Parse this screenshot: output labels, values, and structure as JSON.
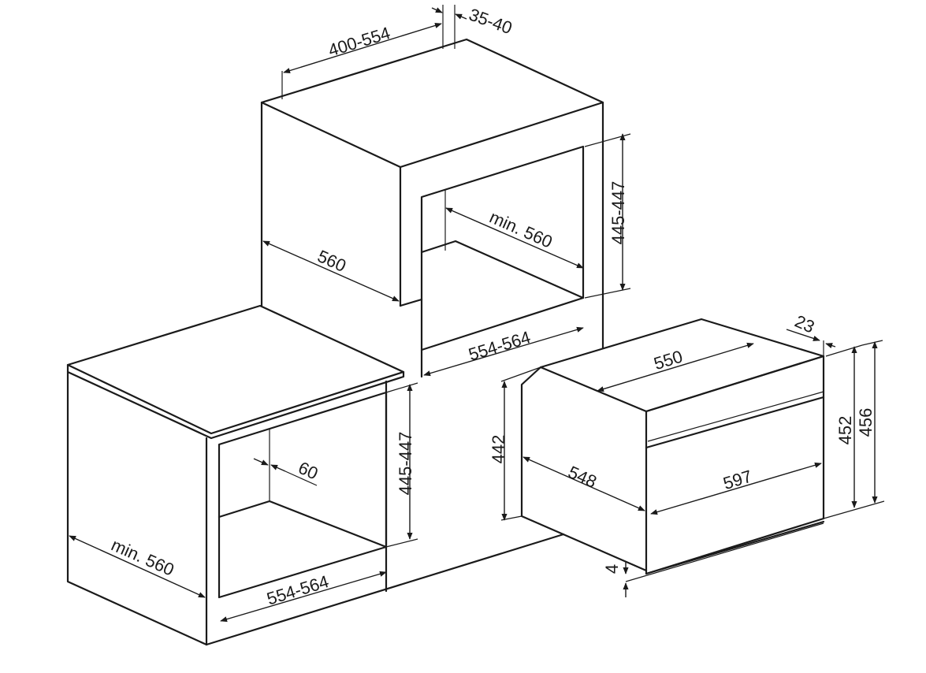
{
  "dimensions": {
    "top_depth_range": "400-554",
    "top_gap": "35-40",
    "upper_cabinet_depth": "560",
    "upper_inner_height": "445-447",
    "upper_inner_depth": "min. 560",
    "upper_inner_width": "554-564",
    "lower_cabinet_depth": "min. 560",
    "lower_inner_height": "445-447",
    "lower_back_gap": "60",
    "lower_inner_width": "554-564",
    "oven_top_depth": "550",
    "oven_front_offset": "23",
    "oven_body_height": "442",
    "oven_body_depth": "548",
    "oven_front_width": "597",
    "oven_front_height_inner": "452",
    "oven_front_height_outer": "456",
    "oven_bottom_gap": "4"
  },
  "colors": {
    "line": "#1a1a1a",
    "background": "#ffffff"
  }
}
